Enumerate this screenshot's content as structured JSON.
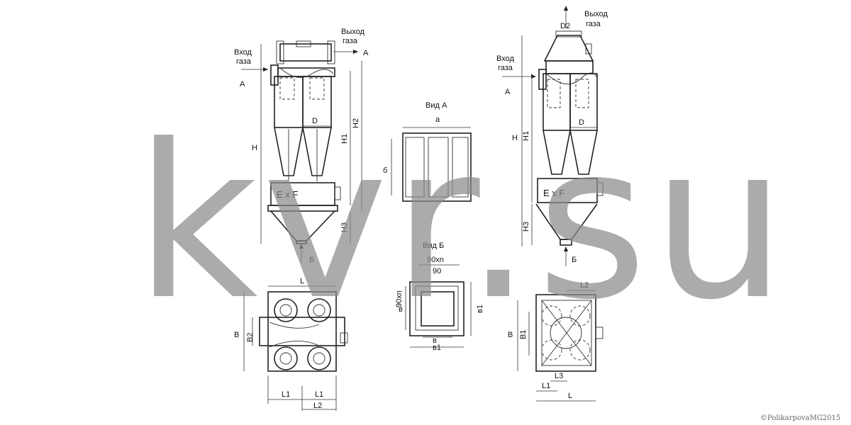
{
  "left_drawing": {
    "inlet": "Вход\nгаза",
    "outlet": "Выход\nгаза",
    "view_a_marker": "А",
    "view_b_marker": "Б",
    "dim_h": "H",
    "dim_h1": "H1",
    "dim_h2": "H2",
    "dim_h3": "H3",
    "dim_d": "D",
    "box": "E x F",
    "plan": {
      "l": "L",
      "b": "B",
      "b2": "B2",
      "l1a": "L1",
      "l1b": "L1",
      "l2": "L2"
    }
  },
  "view_a": {
    "title": "Вид А",
    "width": "а",
    "height": "б"
  },
  "view_b": {
    "title": "Вид Б",
    "pitch_total": "90хn",
    "pitch": "90",
    "side_pitch": "90хn",
    "inner": "в",
    "inner_h": "в",
    "outer": "в1",
    "outer_h": "в1"
  },
  "right_drawing": {
    "inlet": "Вход\nгаза",
    "outlet": "Выход\nгаза",
    "view_a_marker": "А",
    "view_b_marker": "Б",
    "dim_d2": "D2",
    "dim_h": "H",
    "dim_h1": "H1",
    "dim_h3": "H3",
    "dim_d": "D",
    "box": "E x F",
    "plan": {
      "l2": "L2",
      "b": "B",
      "b1": "B1",
      "l3": "L3",
      "l1": "L1",
      "l": "L"
    }
  },
  "watermark": "kvr.su",
  "copyright": "©PolikarpovaMG2015"
}
